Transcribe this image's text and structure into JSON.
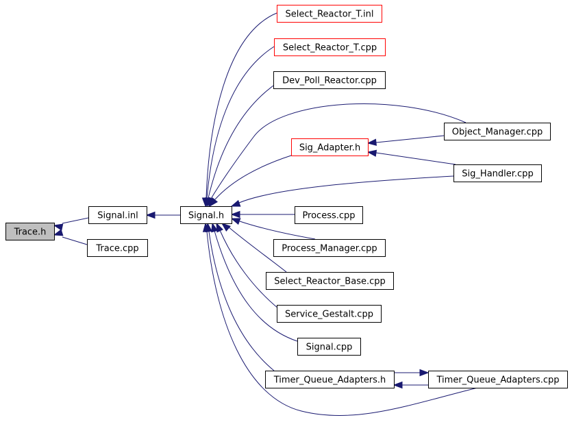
{
  "colors": {
    "edge": "#191970",
    "border_default": "#000000",
    "border_undocumented": "#ff0000",
    "fill_default": "#ffffff",
    "fill_focus": "#bfbfbf"
  },
  "nodes": {
    "trace_h": {
      "label": "Trace.h",
      "style": "focus"
    },
    "signal_inl": {
      "label": "Signal.inl",
      "style": "default"
    },
    "trace_cpp": {
      "label": "Trace.cpp",
      "style": "default"
    },
    "signal_h": {
      "label": "Signal.h",
      "style": "default"
    },
    "select_reactor_t_inl": {
      "label": "Select_Reactor_T.inl",
      "style": "undocumented"
    },
    "select_reactor_t_cpp": {
      "label": "Select_Reactor_T.cpp",
      "style": "undocumented"
    },
    "dev_poll_reactor_cpp": {
      "label": "Dev_Poll_Reactor.cpp",
      "style": "default"
    },
    "object_manager_cpp": {
      "label": "Object_Manager.cpp",
      "style": "default"
    },
    "sig_adapter_h": {
      "label": "Sig_Adapter.h",
      "style": "undocumented"
    },
    "sig_handler_cpp": {
      "label": "Sig_Handler.cpp",
      "style": "default"
    },
    "process_cpp": {
      "label": "Process.cpp",
      "style": "default"
    },
    "process_manager_cpp": {
      "label": "Process_Manager.cpp",
      "style": "default"
    },
    "select_reactor_base_cpp": {
      "label": "Select_Reactor_Base.cpp",
      "style": "default"
    },
    "service_gestalt_cpp": {
      "label": "Service_Gestalt.cpp",
      "style": "default"
    },
    "signal_cpp": {
      "label": "Signal.cpp",
      "style": "default"
    },
    "timer_queue_adapters_h": {
      "label": "Timer_Queue_Adapters.h",
      "style": "default"
    },
    "timer_queue_adapters_cpp": {
      "label": "Timer_Queue_Adapters.cpp",
      "style": "default"
    }
  },
  "edges": [
    {
      "from": "signal_inl",
      "to": "trace_h"
    },
    {
      "from": "trace_cpp",
      "to": "trace_h"
    },
    {
      "from": "signal_h",
      "to": "signal_inl"
    },
    {
      "from": "select_reactor_t_inl",
      "to": "signal_h"
    },
    {
      "from": "select_reactor_t_cpp",
      "to": "signal_h"
    },
    {
      "from": "dev_poll_reactor_cpp",
      "to": "signal_h"
    },
    {
      "from": "object_manager_cpp",
      "to": "signal_h"
    },
    {
      "from": "sig_adapter_h",
      "to": "signal_h"
    },
    {
      "from": "sig_handler_cpp",
      "to": "signal_h"
    },
    {
      "from": "process_cpp",
      "to": "signal_h"
    },
    {
      "from": "process_manager_cpp",
      "to": "signal_h"
    },
    {
      "from": "select_reactor_base_cpp",
      "to": "signal_h"
    },
    {
      "from": "service_gestalt_cpp",
      "to": "signal_h"
    },
    {
      "from": "signal_cpp",
      "to": "signal_h"
    },
    {
      "from": "timer_queue_adapters_h",
      "to": "signal_h"
    },
    {
      "from": "timer_queue_adapters_cpp",
      "to": "signal_h"
    },
    {
      "from": "object_manager_cpp",
      "to": "sig_adapter_h"
    },
    {
      "from": "sig_handler_cpp",
      "to": "sig_adapter_h"
    },
    {
      "from": "timer_queue_adapters_cpp",
      "to": "timer_queue_adapters_h"
    },
    {
      "from": "timer_queue_adapters_h",
      "to": "timer_queue_adapters_cpp"
    }
  ]
}
